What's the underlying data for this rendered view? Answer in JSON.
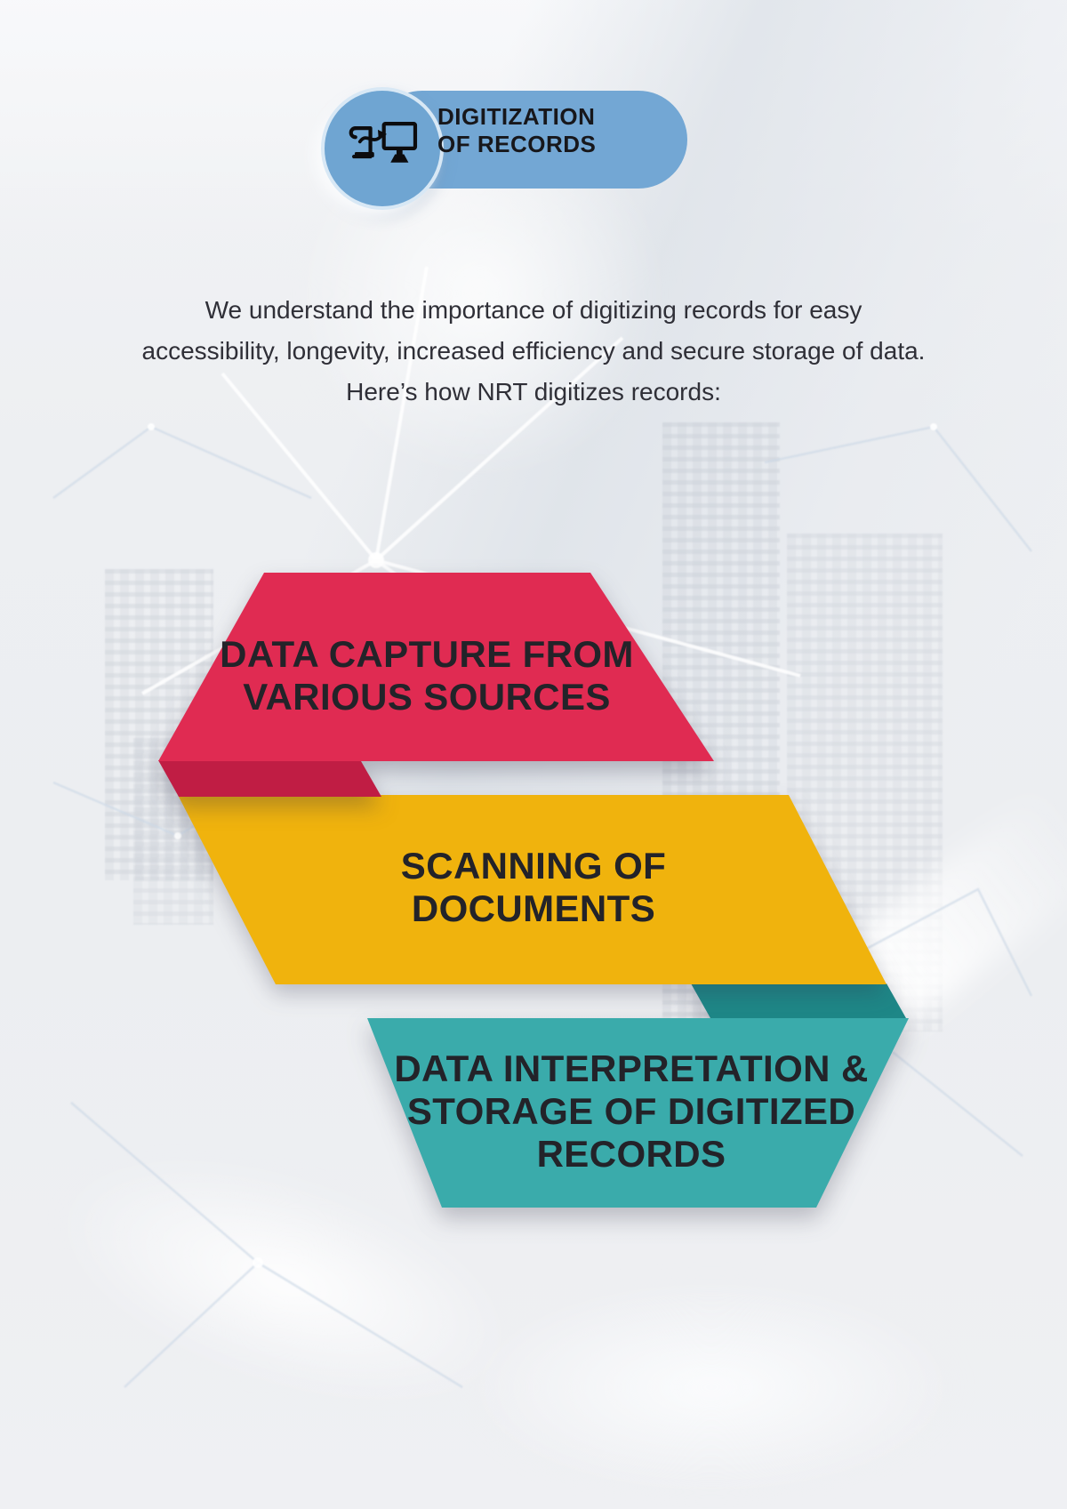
{
  "badge": {
    "icon": "scroll-to-monitor-icon",
    "lines": [
      "DIGITIZATION",
      "OF RECORDS"
    ],
    "pill_color": "#73a7d4",
    "circle_color": "#6fa5d2"
  },
  "intro": {
    "lines": [
      "We understand the importance of digitizing records for easy",
      "accessibility, longevity, increased efficiency and secure storage of data.",
      "Here’s how NRT digitizes records:"
    ]
  },
  "steps": [
    {
      "name": "data-capture-from-various-sources",
      "lines": [
        "DATA CAPTURE FROM",
        "VARIOUS SOURCES"
      ],
      "color": "#e02b52",
      "fold_color": "#c01d44"
    },
    {
      "name": "scanning-of-documents",
      "lines": [
        "SCANNING OF",
        "DOCUMENTS"
      ],
      "color": "#f0b30d"
    },
    {
      "name": "data-interpretation-and-storage",
      "lines": [
        "DATA INTERPRETATION &",
        "STORAGE OF DIGITIZED",
        "RECORDS"
      ],
      "color": "#3aabab",
      "fold_color": "#1e8787"
    }
  ],
  "label_text_color": "#232329"
}
